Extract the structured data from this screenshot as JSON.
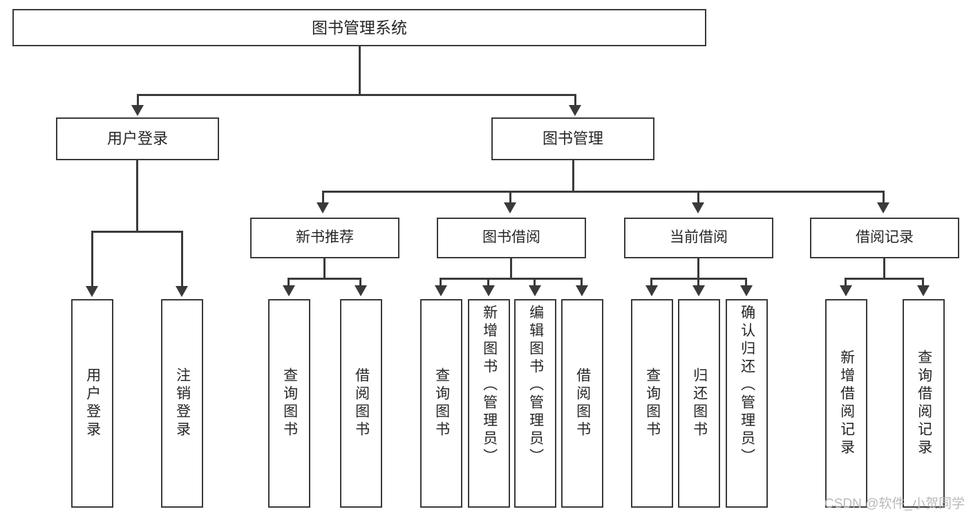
{
  "diagram": {
    "title": "图书管理系统",
    "type": "tree",
    "root": {
      "label": "图书管理系统"
    },
    "level2": [
      {
        "label": "用户登录"
      },
      {
        "label": "图书管理"
      }
    ],
    "level3": [
      {
        "label": "新书推荐"
      },
      {
        "label": "图书借阅"
      },
      {
        "label": "当前借阅"
      },
      {
        "label": "借阅记录"
      }
    ],
    "leaves": {
      "user_login": [
        {
          "label": "用户登录"
        },
        {
          "label": "注销登录"
        }
      ],
      "new_book_recommend": [
        {
          "label": "查询图书"
        },
        {
          "label": "借阅图书"
        }
      ],
      "book_borrow": [
        {
          "label": "查询图书"
        },
        {
          "label": "新增图书（管理员）"
        },
        {
          "label": "编辑图书（管理员）"
        },
        {
          "label": "借阅图书"
        }
      ],
      "current_borrow": [
        {
          "label": "查询图书"
        },
        {
          "label": "归还图书"
        },
        {
          "label": "确认归还（管理员）"
        }
      ],
      "borrow_record": [
        {
          "label": "新增借阅记录"
        },
        {
          "label": "查询借阅记录"
        }
      ]
    }
  },
  "watermark": {
    "text": "CSDN @软件_小贺同学"
  },
  "colors": {
    "stroke": "#3a3a3a",
    "text": "#262626",
    "background": "#ffffff",
    "watermark": "#b9b9b9"
  }
}
